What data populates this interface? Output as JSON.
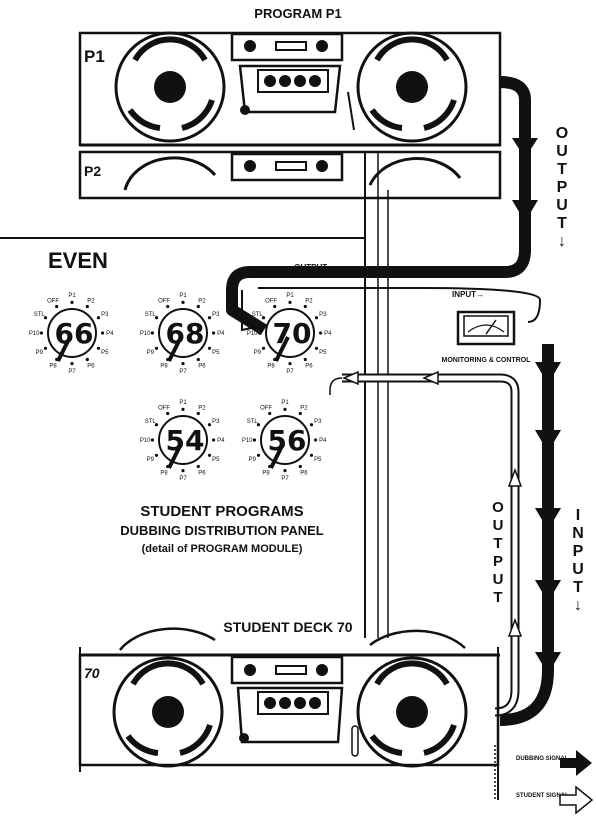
{
  "title_top": "PROGRAM  P1",
  "deck_p1_label": "P1",
  "deck_p2_label": "P2",
  "even_label": "EVEN",
  "dials": [
    "66",
    "68",
    "70",
    "54",
    "56"
  ],
  "dial_positions": [
    "P1",
    "P2",
    "P3",
    "P4",
    "P5",
    "P6",
    "P7",
    "P8",
    "P9",
    "P10",
    "STL",
    "OFF"
  ],
  "output_arrow_label": "← OUTPUT",
  "input_arrow_label": "INPUT→",
  "monitor_label": "MONITORING & CONTROL",
  "panel_title": "STUDENT PROGRAMS",
  "panel_subtitle": "DUBBING DISTRIBUTION PANEL",
  "panel_detail": "(detail of PROGRAM MODULE)",
  "student_deck_title": "STUDENT DECK 70",
  "student_deck_label": "70",
  "vertical_output_right": "OUTPUT",
  "vertical_input_right": "INPUT",
  "vertical_output_left": "OUTPUT",
  "legend_dubbing": "DUBBING SIGNAL",
  "legend_student": "STUDENT SIGNAL"
}
